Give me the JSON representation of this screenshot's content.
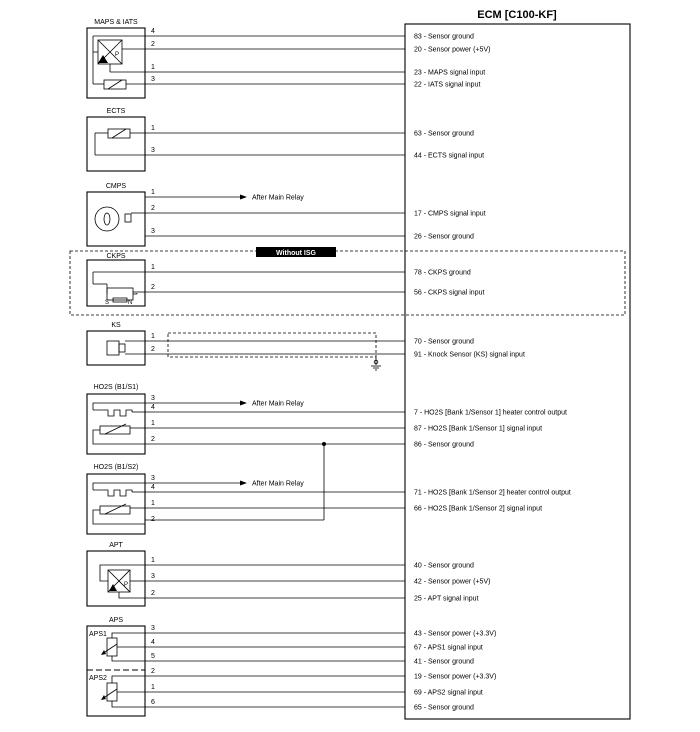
{
  "ecm": {
    "title": "ECM [C100-KF]"
  },
  "zone_label": "Without ISG",
  "after_main_relay": "After Main Relay",
  "ckps_marker": "S",
  "ckps_marker2": "N",
  "components": [
    {
      "id": "maps",
      "name": "MAPS & IATS",
      "pins": [
        {
          "pin": "4",
          "ecm_pin": "83",
          "signal": "Sensor ground"
        },
        {
          "pin": "2",
          "ecm_pin": "20",
          "signal": "Sensor power (+5V)"
        },
        {
          "pin": "1",
          "ecm_pin": "23",
          "signal": "MAPS signal input"
        },
        {
          "pin": "3",
          "ecm_pin": "22",
          "signal": "IATS signal input"
        }
      ]
    },
    {
      "id": "ects",
      "name": "ECTS",
      "pins": [
        {
          "pin": "1",
          "ecm_pin": "63",
          "signal": "Sensor ground"
        },
        {
          "pin": "3",
          "ecm_pin": "44",
          "signal": "ECTS signal input"
        }
      ]
    },
    {
      "id": "cmps",
      "name": "CMPS",
      "pins": [
        {
          "pin": "1",
          "ecm_pin": "",
          "signal": ""
        },
        {
          "pin": "2",
          "ecm_pin": "17",
          "signal": "CMPS signal input"
        },
        {
          "pin": "3",
          "ecm_pin": "26",
          "signal": "Sensor ground"
        }
      ]
    },
    {
      "id": "ckps",
      "name": "CKPS",
      "pins": [
        {
          "pin": "1",
          "ecm_pin": "78",
          "signal": "CKPS ground"
        },
        {
          "pin": "2",
          "ecm_pin": "56",
          "signal": "CKPS signal input"
        }
      ]
    },
    {
      "id": "ks",
      "name": "KS",
      "pins": [
        {
          "pin": "1",
          "ecm_pin": "70",
          "signal": "Sensor ground"
        },
        {
          "pin": "2",
          "ecm_pin": "91",
          "signal": "Knock Sensor (KS) signal input"
        }
      ]
    },
    {
      "id": "ho2s1",
      "name": "HO2S (B1/S1)",
      "pins": [
        {
          "pin": "3",
          "ecm_pin": "",
          "signal": ""
        },
        {
          "pin": "4",
          "ecm_pin": "7",
          "signal": "HO2S [Bank 1/Sensor 1] heater control output"
        },
        {
          "pin": "1",
          "ecm_pin": "87",
          "signal": "HO2S [Bank 1/Sensor 1] signal input"
        },
        {
          "pin": "2",
          "ecm_pin": "86",
          "signal": "Sensor ground"
        }
      ]
    },
    {
      "id": "ho2s2",
      "name": "HO2S (B1/S2)",
      "pins": [
        {
          "pin": "3",
          "ecm_pin": "",
          "signal": ""
        },
        {
          "pin": "4",
          "ecm_pin": "71",
          "signal": "HO2S [Bank 1/Sensor 2] heater control output"
        },
        {
          "pin": "1",
          "ecm_pin": "66",
          "signal": "HO2S [Bank 1/Sensor 2] signal input"
        },
        {
          "pin": "2",
          "ecm_pin": "",
          "signal": ""
        }
      ]
    },
    {
      "id": "apt",
      "name": "APT",
      "pins": [
        {
          "pin": "1",
          "ecm_pin": "40",
          "signal": "Sensor ground"
        },
        {
          "pin": "3",
          "ecm_pin": "42",
          "signal": "Sensor power (+5V)"
        },
        {
          "pin": "2",
          "ecm_pin": "25",
          "signal": "APT signal input"
        }
      ]
    },
    {
      "id": "aps",
      "name": "APS",
      "sub1": "APS1",
      "sub2": "APS2",
      "pins": [
        {
          "pin": "3",
          "ecm_pin": "43",
          "signal": "Sensor power (+3.3V)"
        },
        {
          "pin": "4",
          "ecm_pin": "67",
          "signal": "APS1 signal input"
        },
        {
          "pin": "5",
          "ecm_pin": "41",
          "signal": "Sensor ground"
        },
        {
          "pin": "2",
          "ecm_pin": "19",
          "signal": "Sensor power (+3.3V)"
        },
        {
          "pin": "1",
          "ecm_pin": "69",
          "signal": "APS2 signal input"
        },
        {
          "pin": "6",
          "ecm_pin": "65",
          "signal": "Sensor ground"
        }
      ]
    }
  ]
}
